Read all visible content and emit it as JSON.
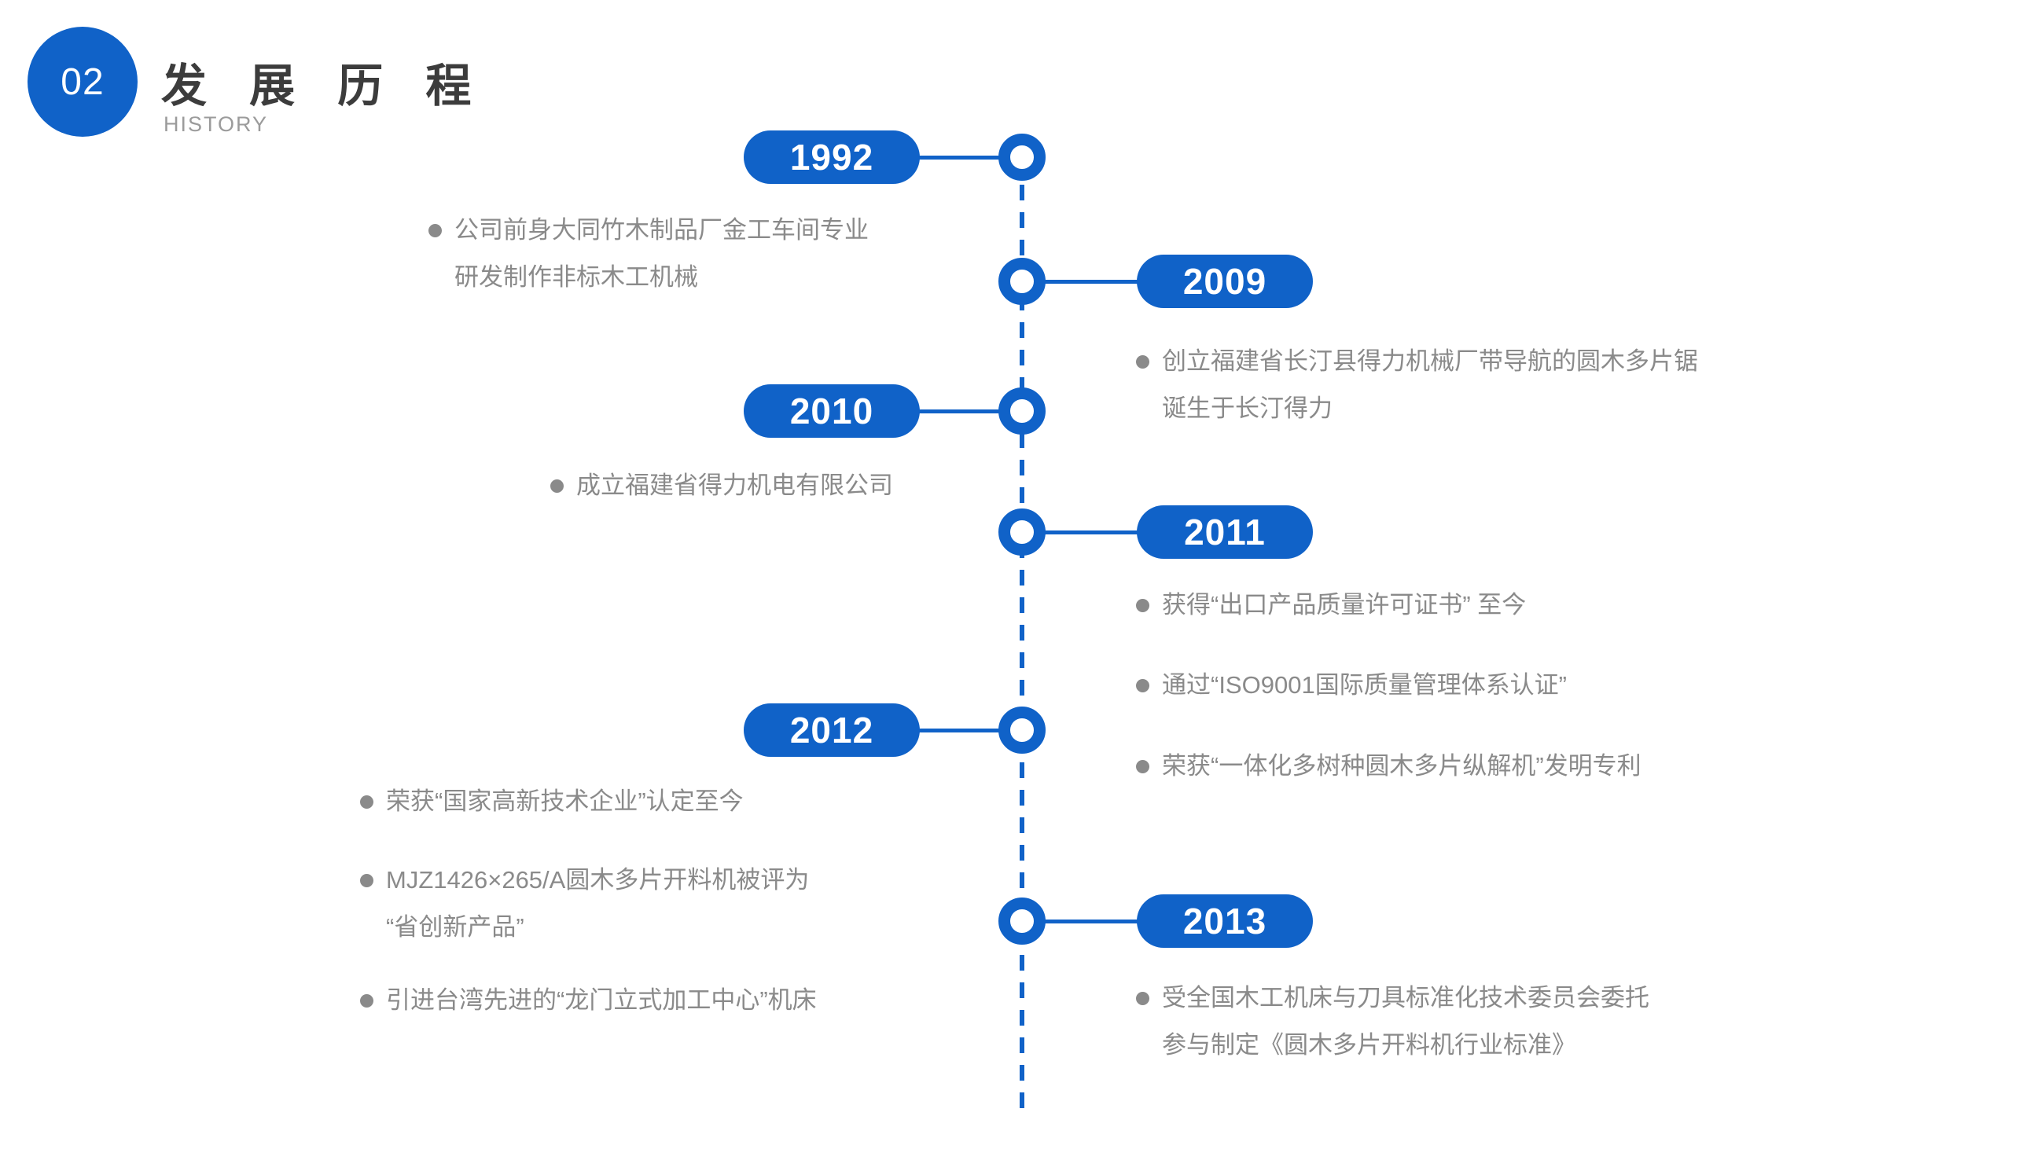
{
  "header": {
    "section_number": "02",
    "title": "发 展 历 程",
    "subtitle": "HISTORY"
  },
  "colors": {
    "accent": "#1062C8",
    "body_gray": "#8A8A8A",
    "title_dark": "#3C3C3C"
  },
  "timeline": {
    "events": [
      {
        "year": "1992",
        "side": "left",
        "bullets": [
          {
            "lines": [
              "公司前身大同竹木制品厂金工车间专业",
              "研发制作非标木工机械"
            ]
          }
        ]
      },
      {
        "year": "2009",
        "side": "right",
        "bullets": [
          {
            "lines": [
              "创立福建省长汀县得力机械厂带导航的圆木多片锯",
              "诞生于长汀得力"
            ]
          }
        ]
      },
      {
        "year": "2010",
        "side": "left",
        "bullets": [
          {
            "lines": [
              "成立福建省得力机电有限公司"
            ]
          }
        ]
      },
      {
        "year": "2011",
        "side": "right",
        "bullets": [
          {
            "lines": [
              "获得“出口产品质量许可证书” 至今"
            ]
          },
          {
            "lines": [
              "通过“ISO9001国际质量管理体系认证”"
            ]
          },
          {
            "lines": [
              "荣获“一体化多树种圆木多片纵解机”发明专利"
            ]
          }
        ]
      },
      {
        "year": "2012",
        "side": "left",
        "bullets": [
          {
            "lines": [
              "荣获“国家高新技术企业”认定至今"
            ]
          },
          {
            "lines": [
              "MJZ1426×265/A圆木多片开料机被评为",
              "“省创新产品”"
            ]
          },
          {
            "lines": [
              "引进台湾先进的“龙门立式加工中心”机床"
            ]
          }
        ]
      },
      {
        "year": "2013",
        "side": "right",
        "bullets": [
          {
            "lines": [
              "受全国木工机床与刀具标准化技术委员会委托",
              "参与制定《圆木多片开料机行业标准》"
            ]
          }
        ]
      }
    ]
  }
}
